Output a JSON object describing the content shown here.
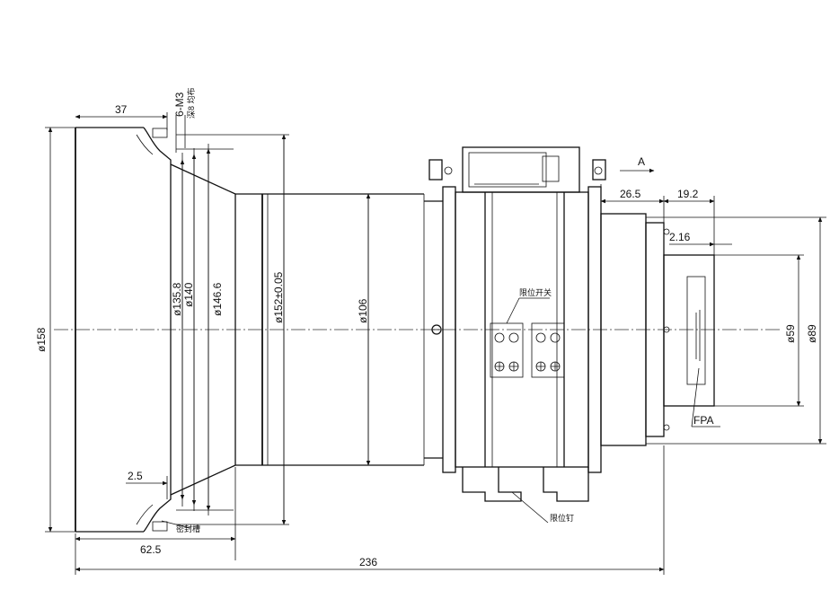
{
  "dimensions": {
    "top_left_37": "37",
    "screw_spec": "6-M3",
    "screw_depth": "深8 均布",
    "d158": "ø158",
    "d135_8": "ø135.8",
    "d140": "ø140",
    "d146_6": "ø146.6",
    "d152": "ø152±0.05",
    "d106": "ø106",
    "d59": "ø59",
    "d89": "ø89",
    "len_26_5": "26.5",
    "len_19_2": "19.2",
    "len_2_16": "2.16",
    "len_2_5": "2.5",
    "len_62_5": "62.5",
    "len_236": "236"
  },
  "labels": {
    "view_a": "A",
    "fpa": "FPA",
    "limit_switch": "限位开关",
    "limit_pin": "限位钉",
    "seal_groove": "密封槽"
  },
  "colors": {
    "line": "#111111",
    "background": "#ffffff"
  }
}
